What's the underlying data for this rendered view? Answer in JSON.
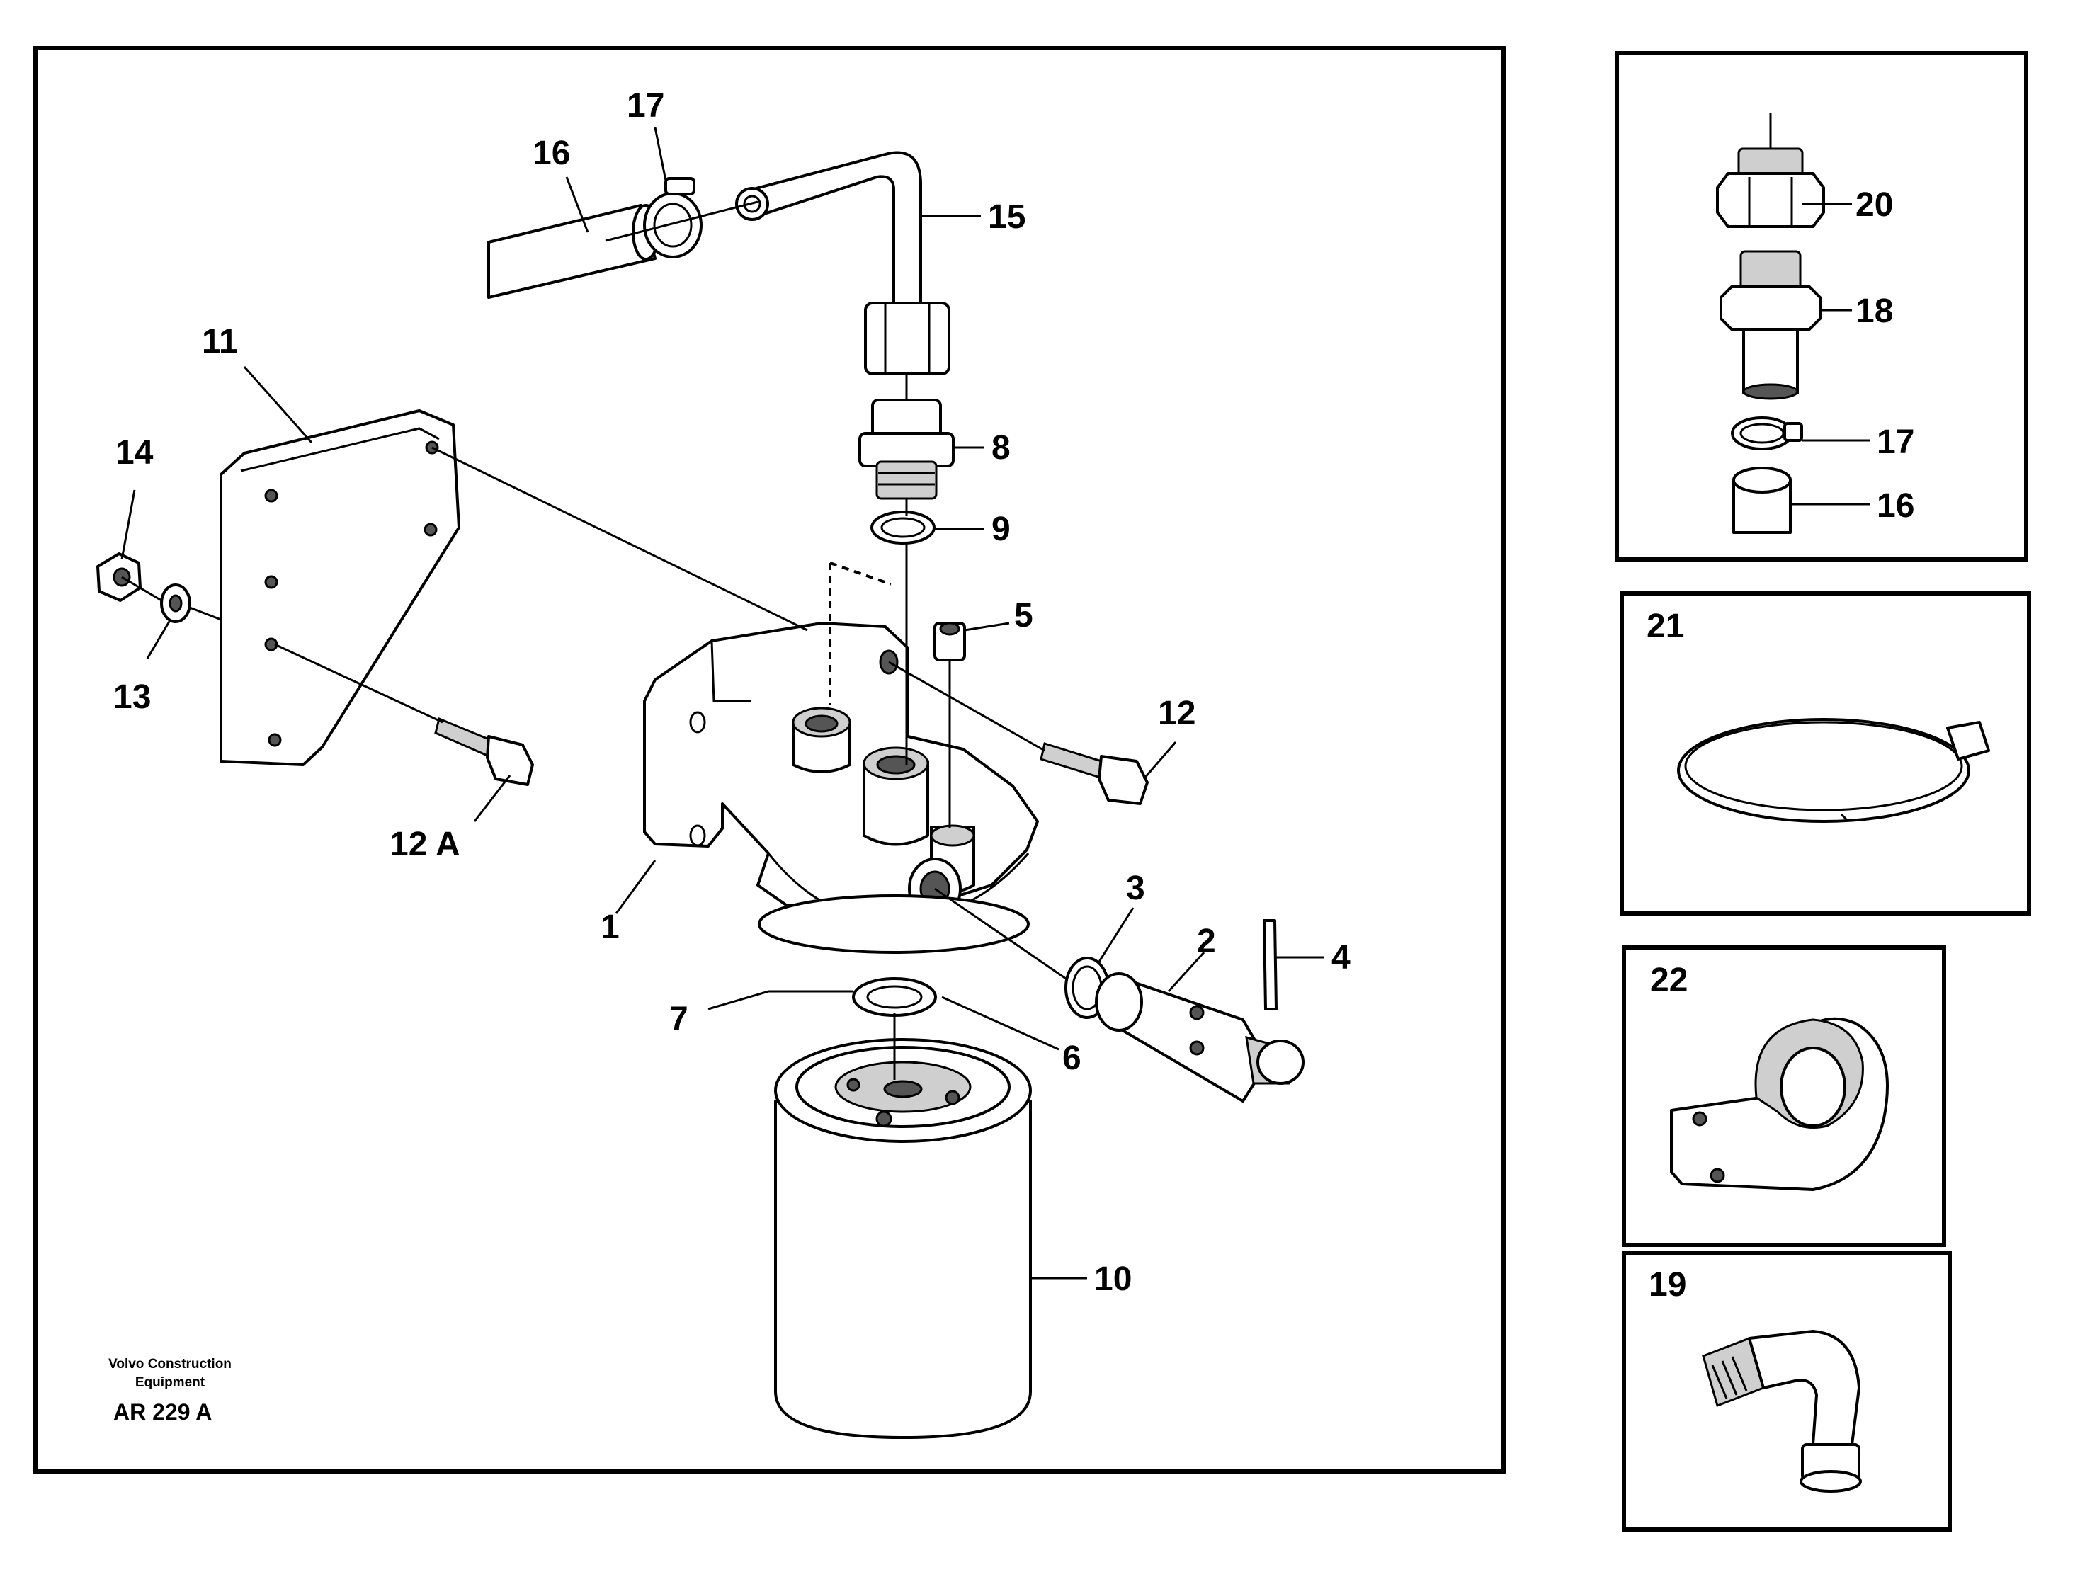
{
  "main_panel": {
    "labels": {
      "p1": "1",
      "p2": "2",
      "p3": "3",
      "p4": "4",
      "p5": "5",
      "p6": "6",
      "p7": "7",
      "p8": "8",
      "p9": "9",
      "p10": "10",
      "p11": "11",
      "p12": "12",
      "p12a": "12 A",
      "p13": "13",
      "p14": "14",
      "p15": "15",
      "p16": "16",
      "p17": "17"
    },
    "brand_line1": "Volvo Construction",
    "brand_line2": "Equipment",
    "drawing_code": "AR 229 A"
  },
  "detail_fitting": {
    "labels": {
      "p20": "20",
      "p18": "18",
      "p17": "17",
      "p16": "16"
    }
  },
  "detail_hose_clamp": {
    "label": "21"
  },
  "detail_p_clip": {
    "label": "22"
  },
  "detail_elbow": {
    "label": "19"
  }
}
